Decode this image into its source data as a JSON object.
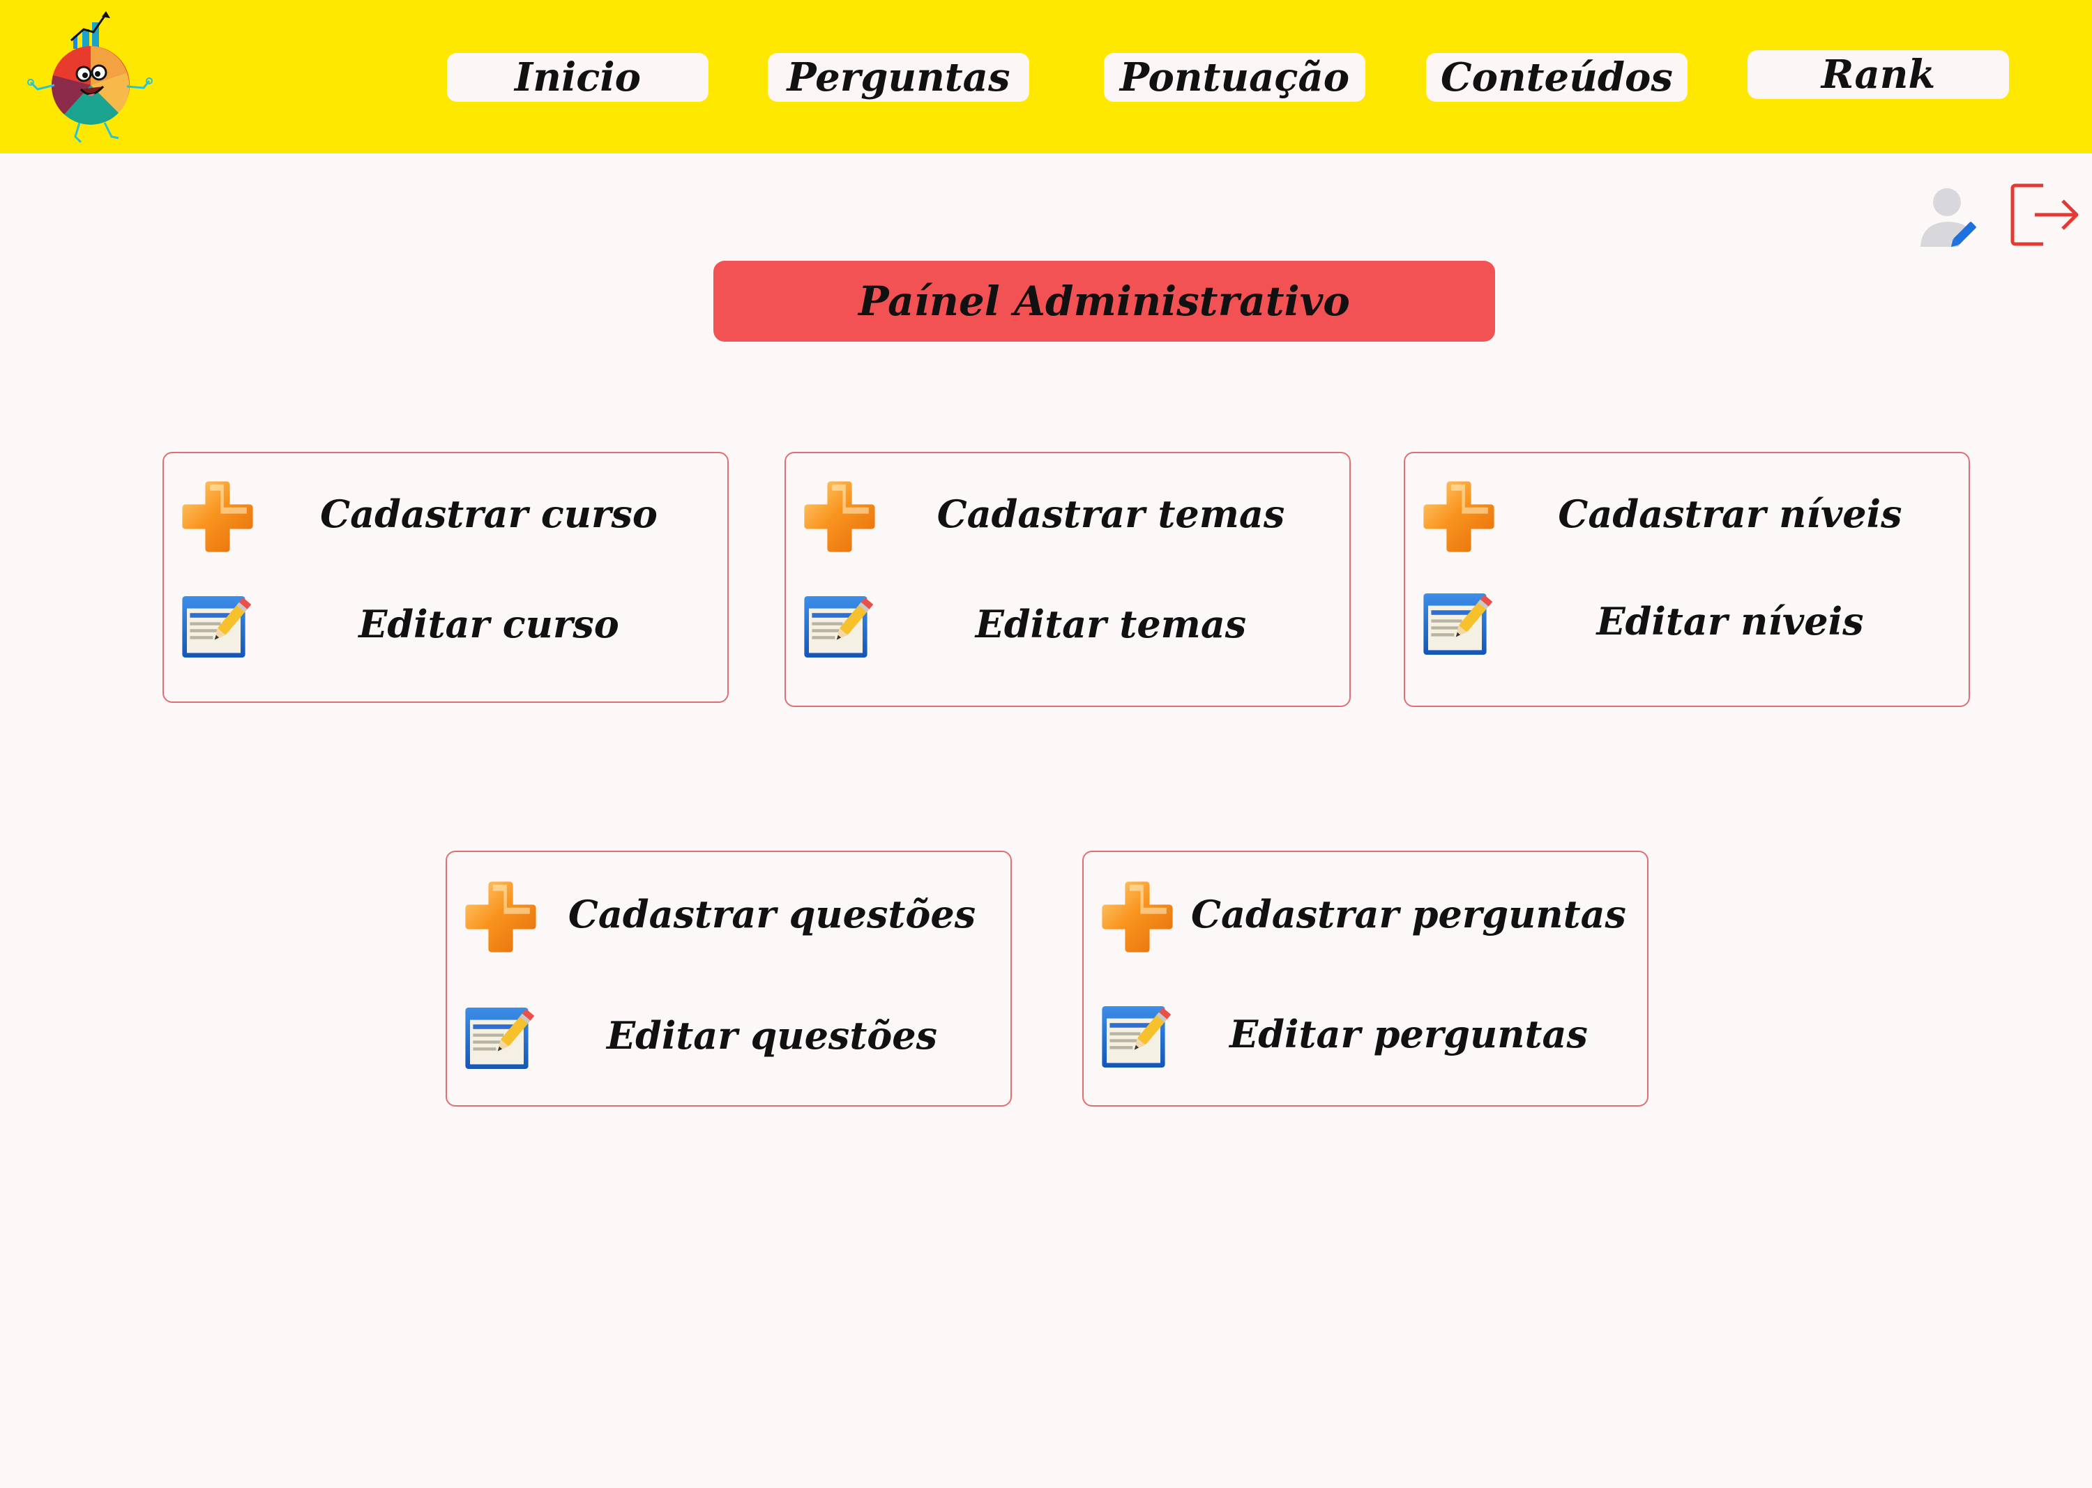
{
  "nav": {
    "items": [
      {
        "label": "Inicio"
      },
      {
        "label": "Perguntas"
      },
      {
        "label": "Pontuação"
      },
      {
        "label": "Conteúdos"
      },
      {
        "label": "Rank"
      }
    ]
  },
  "header": {
    "background_color": "#ffe800",
    "logo_icon": "mascot-pie-chart-logo"
  },
  "toolbar": {
    "user_icon": "user-edit-icon",
    "logout_icon": "logout-icon"
  },
  "main": {
    "title": "Paínel Administrativo",
    "title_color": "#f35254",
    "cards": [
      {
        "add_label": "Cadastrar curso",
        "edit_label": "Editar curso"
      },
      {
        "add_label": "Cadastrar temas",
        "edit_label": "Editar temas"
      },
      {
        "add_label": "Cadastrar níveis",
        "edit_label": "Editar níveis"
      },
      {
        "add_label": "Cadastrar questões",
        "edit_label": "Editar questões"
      },
      {
        "add_label": "Cadastrar perguntas",
        "edit_label": "Editar perguntas"
      }
    ]
  },
  "colors": {
    "accent_orange": "#f68a1e",
    "card_border": "#e06f75",
    "page_background": "#fdf8f8"
  }
}
